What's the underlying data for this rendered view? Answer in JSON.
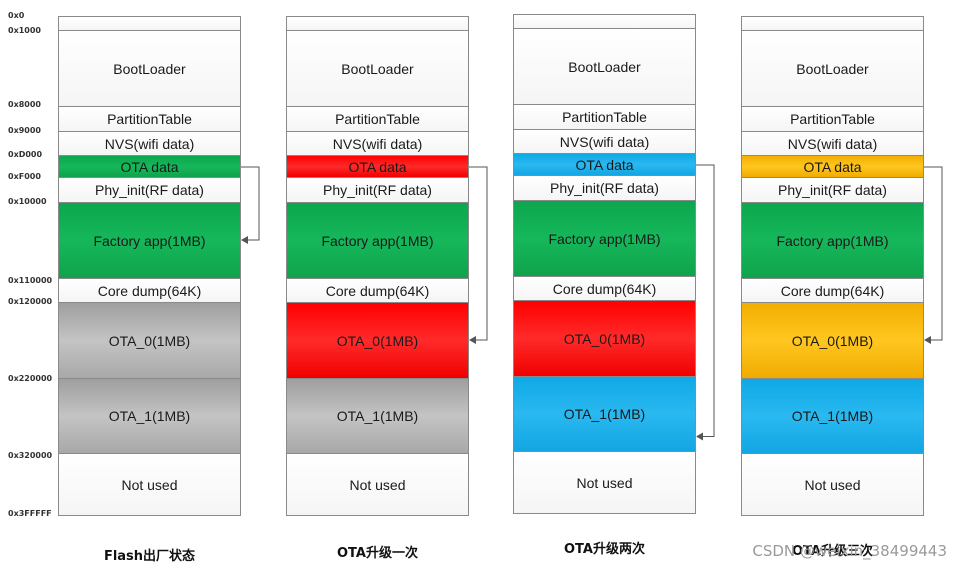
{
  "addresses": [
    "0x0",
    "0x1000",
    "0x8000",
    "0x9000",
    "0xD000",
    "0xF000",
    "0x10000",
    "0x110000",
    "0x120000",
    "0x220000",
    "0x320000",
    "0x3FFFFF"
  ],
  "columns": [
    {
      "caption": "Flash出厂状态",
      "cells": [
        {
          "label": "",
          "color": "white"
        },
        {
          "label": "BootLoader",
          "color": "white"
        },
        {
          "label": "PartitionTable",
          "color": "white"
        },
        {
          "label": "NVS(wifi data)",
          "color": "white"
        },
        {
          "label": "OTA data",
          "color": "green"
        },
        {
          "label": "Phy_init(RF data)",
          "color": "white"
        },
        {
          "label": "Factory app(1MB)",
          "color": "green"
        },
        {
          "label": "Core dump(64K)",
          "color": "white"
        },
        {
          "label": "OTA_0(1MB)",
          "color": "gray"
        },
        {
          "label": "OTA_1(1MB)",
          "color": "gray"
        },
        {
          "label": "Not used",
          "color": "white"
        }
      ]
    },
    {
      "caption": "OTA升级一次",
      "cells": [
        {
          "label": "",
          "color": "white"
        },
        {
          "label": "BootLoader",
          "color": "white"
        },
        {
          "label": "PartitionTable",
          "color": "white"
        },
        {
          "label": "NVS(wifi data)",
          "color": "white"
        },
        {
          "label": "OTA data",
          "color": "red"
        },
        {
          "label": "Phy_init(RF data)",
          "color": "white"
        },
        {
          "label": "Factory app(1MB)",
          "color": "green"
        },
        {
          "label": "Core dump(64K)",
          "color": "white"
        },
        {
          "label": "OTA_0(1MB)",
          "color": "red"
        },
        {
          "label": "OTA_1(1MB)",
          "color": "gray"
        },
        {
          "label": "Not used",
          "color": "white"
        }
      ]
    },
    {
      "caption": "OTA升级两次",
      "cells": [
        {
          "label": "",
          "color": "white"
        },
        {
          "label": "BootLoader",
          "color": "white"
        },
        {
          "label": "PartitionTable",
          "color": "white"
        },
        {
          "label": "NVS(wifi data)",
          "color": "white"
        },
        {
          "label": "OTA data",
          "color": "blue"
        },
        {
          "label": "Phy_init(RF data)",
          "color": "white"
        },
        {
          "label": "Factory app(1MB)",
          "color": "green"
        },
        {
          "label": "Core dump(64K)",
          "color": "white"
        },
        {
          "label": "OTA_0(1MB)",
          "color": "red"
        },
        {
          "label": "OTA_1(1MB)",
          "color": "blue"
        },
        {
          "label": "Not used",
          "color": "white"
        }
      ]
    },
    {
      "caption": "OTA升级三次",
      "cells": [
        {
          "label": "",
          "color": "white"
        },
        {
          "label": "BootLoader",
          "color": "white"
        },
        {
          "label": "PartitionTable",
          "color": "white"
        },
        {
          "label": "NVS(wifi data)",
          "color": "white"
        },
        {
          "label": "OTA data",
          "color": "amber"
        },
        {
          "label": "Phy_init(RF data)",
          "color": "white"
        },
        {
          "label": "Factory app(1MB)",
          "color": "green"
        },
        {
          "label": "Core dump(64K)",
          "color": "white"
        },
        {
          "label": "OTA_0(1MB)",
          "color": "amber"
        },
        {
          "label": "OTA_1(1MB)",
          "color": "blue"
        },
        {
          "label": "Not used",
          "color": "white"
        }
      ]
    }
  ],
  "arrows": [
    {
      "column": 0,
      "from": "OTA data",
      "to": "Factory app(1MB)"
    },
    {
      "column": 1,
      "from": "OTA data",
      "to": "OTA_0(1MB)"
    },
    {
      "column": 2,
      "from": "OTA data",
      "to": "OTA_1(1MB)"
    },
    {
      "column": 3,
      "from": "OTA data",
      "to": "OTA_0(1MB)"
    }
  ],
  "colors": {
    "green": "#12a552",
    "red": "#ff0000",
    "blue": "#18aceb",
    "amber": "#f7b900",
    "gray": "#b0b0b0",
    "border": "#8a8a8a"
  },
  "watermark": "CSDN @weixin_38499443"
}
